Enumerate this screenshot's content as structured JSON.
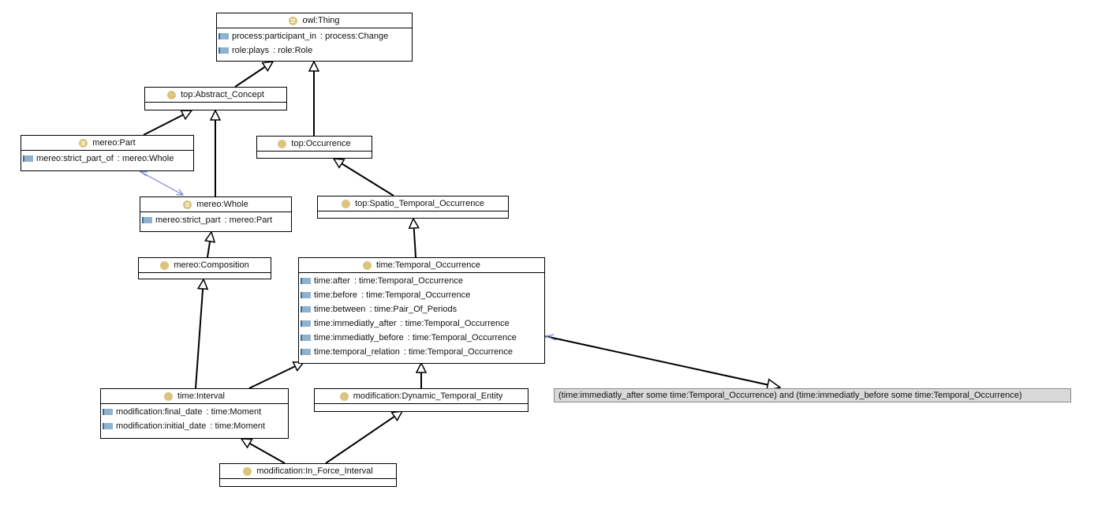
{
  "classes": {
    "owl_thing": {
      "name": "owl:Thing",
      "properties": [
        {
          "name": "process:participant_in",
          "type": ": process:Change"
        },
        {
          "name": "role:plays",
          "type": ": role:Role"
        }
      ]
    },
    "abstract_concept": {
      "name": "top:Abstract_Concept"
    },
    "occurrence": {
      "name": "top:Occurrence"
    },
    "mereo_part": {
      "name": "mereo:Part",
      "properties": [
        {
          "name": "mereo:strict_part_of",
          "type": ": mereo:Whole"
        }
      ]
    },
    "spatio_temporal": {
      "name": "top:Spatio_Temporal_Occurrence"
    },
    "mereo_whole": {
      "name": "mereo:Whole",
      "properties": [
        {
          "name": "mereo:strict_part",
          "type": ": mereo:Part"
        }
      ]
    },
    "composition": {
      "name": "mereo:Composition"
    },
    "temporal_occurrence": {
      "name": "time:Temporal_Occurrence",
      "properties": [
        {
          "name": "time:after",
          "type": ": time:Temporal_Occurrence"
        },
        {
          "name": "time:before",
          "type": ": time:Temporal_Occurrence"
        },
        {
          "name": "time:between",
          "type": ": time:Pair_Of_Periods"
        },
        {
          "name": "time:immediatly_after",
          "type": ": time:Temporal_Occurrence"
        },
        {
          "name": "time:immediatly_before",
          "type": ": time:Temporal_Occurrence"
        },
        {
          "name": "time:temporal_relation",
          "type": ": time:Temporal_Occurrence"
        }
      ]
    },
    "interval": {
      "name": "time:Interval",
      "properties": [
        {
          "name": "modification:final_date",
          "type": ": time:Moment"
        },
        {
          "name": "modification:initial_date",
          "type": ": time:Moment"
        }
      ]
    },
    "dynamic_temporal": {
      "name": "modification:Dynamic_Temporal_Entity"
    },
    "in_force_interval": {
      "name": "modification:In_Force_Interval"
    }
  },
  "expression": {
    "text": "(time:immediatly_after some time:Temporal_Occurrence) and (time:immediatly_before some time:Temporal_Occurrence)"
  },
  "colors": {
    "class_icon": "#dcc47e",
    "property_icon": "#8fb2cf",
    "inverse_link": "#7b86d6",
    "expression_bg": "#d9d9d9"
  }
}
